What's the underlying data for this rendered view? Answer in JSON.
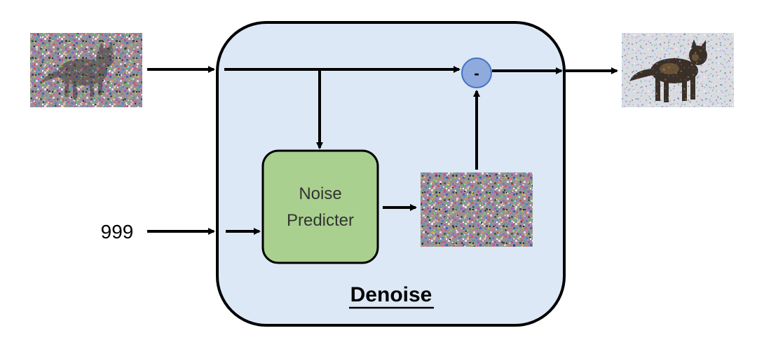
{
  "diagram": {
    "block_title": "Denoise",
    "predictor_label_line1": "Noise",
    "predictor_label_line2": "Predicter",
    "step_input": "999",
    "subtract_symbol": "-",
    "colors": {
      "block_fill": "#dce8f5",
      "block_stroke": "#000000",
      "predictor_fill": "#a9d08e",
      "predictor_stroke": "#000000",
      "subtract_fill": "#8faadc",
      "subtract_stroke": "#4472c4",
      "arrow": "#000000"
    },
    "images": {
      "input": "noisy-cat-image",
      "predicted_noise": "noise-image",
      "output": "less-noisy-cat-image"
    }
  }
}
